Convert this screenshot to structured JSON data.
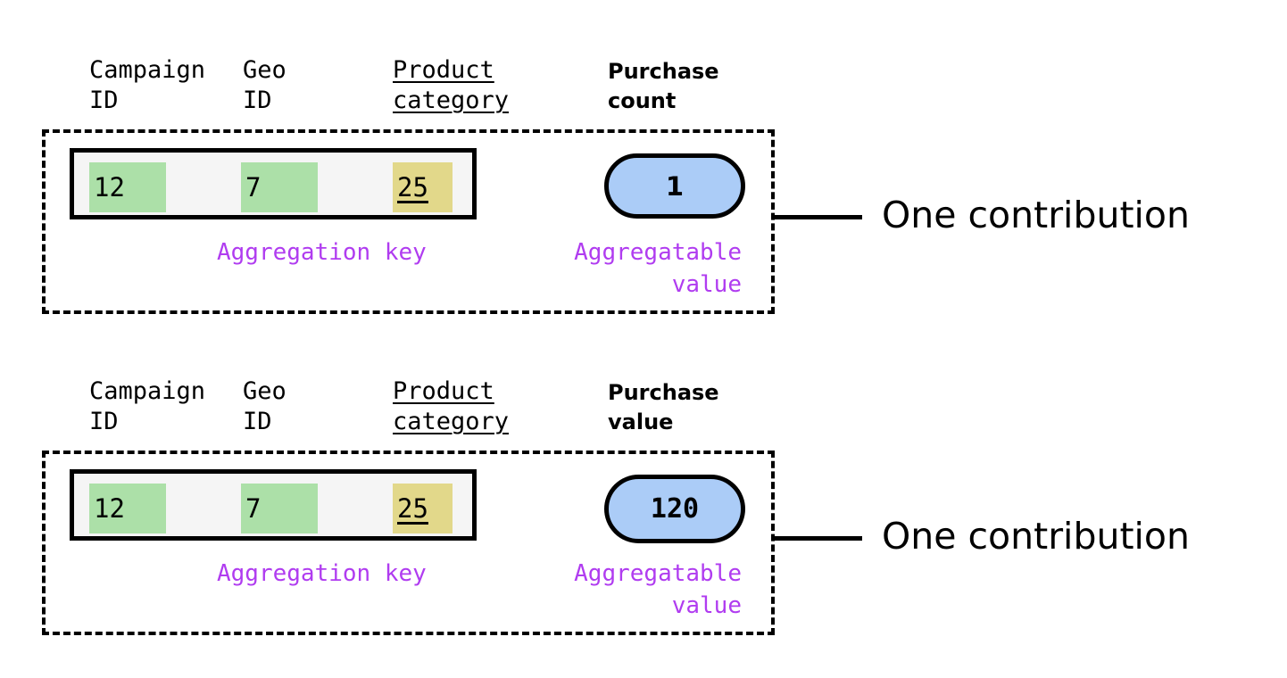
{
  "diagram": {
    "title_colors": {
      "key_highlight_green": "#ace0a8",
      "key_highlight_yellow": "#e2d88a",
      "value_pill_blue": "#abccf7",
      "annotation_purple": "#b03cf0",
      "row_background": "#f5f5f5",
      "outline_black": "#000000"
    },
    "blocks": [
      {
        "headers": {
          "campaign_id": "Campaign\nID",
          "geo_id": "Geo\nID",
          "product_category": "Product\ncategory",
          "value_header": "Purchase\ncount"
        },
        "key_cells": [
          {
            "value": "12",
            "highlight": "green"
          },
          {
            "value": "7",
            "highlight": "green"
          },
          {
            "value": "25",
            "highlight": "yellow"
          }
        ],
        "aggregatable_value": "1",
        "annotations": {
          "aggregation_key": "Aggregation key",
          "aggregatable_value": "Aggregatable\nvalue"
        },
        "caption": "One contribution"
      },
      {
        "headers": {
          "campaign_id": "Campaign\nID",
          "geo_id": "Geo\nID",
          "product_category": "Product\ncategory",
          "value_header": "Purchase\nvalue"
        },
        "key_cells": [
          {
            "value": "12",
            "highlight": "green"
          },
          {
            "value": "7",
            "highlight": "green"
          },
          {
            "value": "25",
            "highlight": "yellow"
          }
        ],
        "aggregatable_value": "120",
        "annotations": {
          "aggregation_key": "Aggregation key",
          "aggregatable_value": "Aggregatable\nvalue"
        },
        "caption": "One contribution"
      }
    ]
  }
}
